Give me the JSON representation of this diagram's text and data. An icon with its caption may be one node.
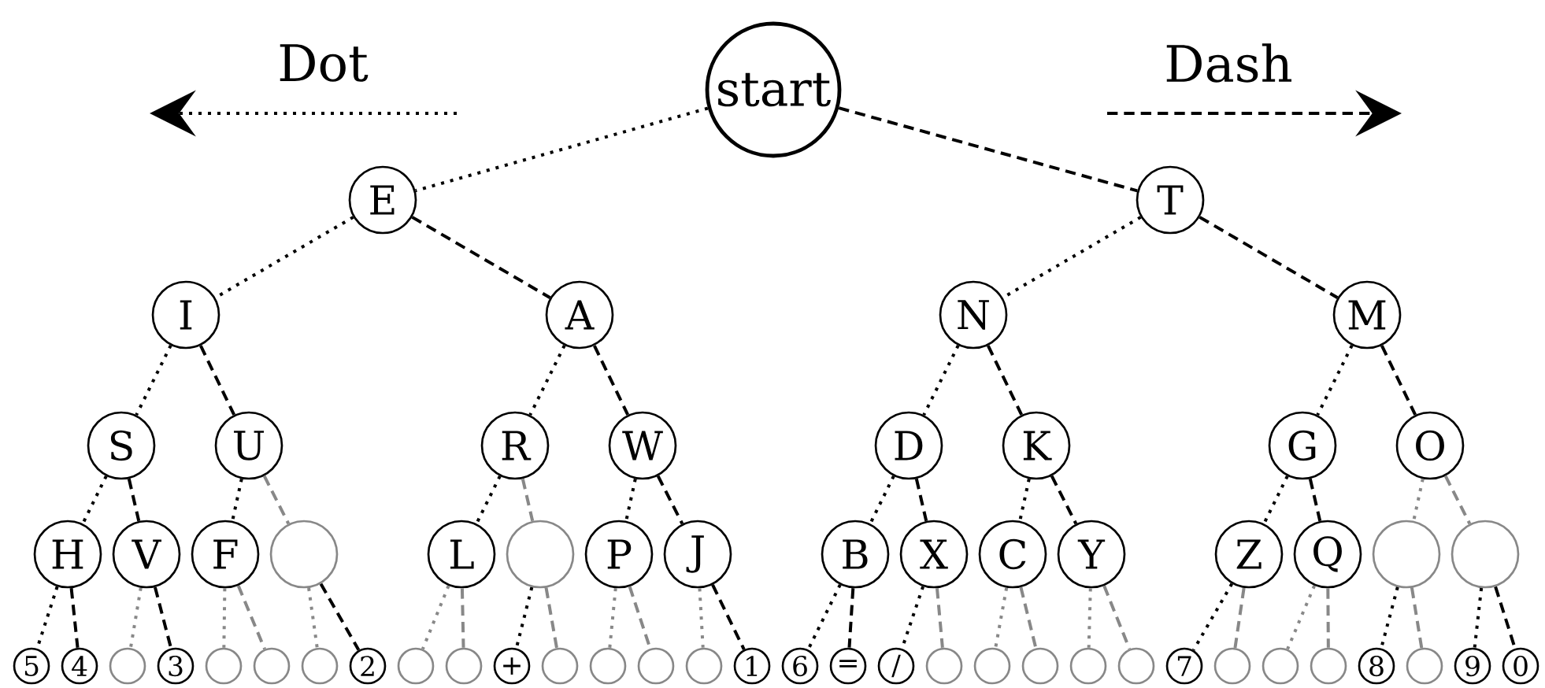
{
  "diagram": {
    "nodes": [
      {
        "text": [
          "start"
        ]
      },
      {
        "text": [
          "E"
        ]
      },
      {
        "text": [
          "T"
        ]
      },
      {
        "text": [
          "I"
        ]
      },
      {
        "text": [
          "A"
        ]
      },
      {
        "text": [
          "N"
        ]
      },
      {
        "text": [
          "M"
        ]
      },
      {
        "text": [
          "S"
        ]
      },
      {
        "text": [
          "U"
        ]
      },
      {
        "text": [
          "R"
        ]
      },
      {
        "text": [
          "W"
        ]
      },
      {
        "text": [
          "D"
        ]
      },
      {
        "text": [
          "K"
        ]
      },
      {
        "text": [
          "G"
        ]
      },
      {
        "text": [
          "O"
        ]
      },
      {
        "text": [
          "H"
        ]
      },
      {
        "text": [
          "V"
        ]
      },
      {
        "text": [
          "F"
        ]
      },
      {
        "text": [],
        "shape": "circle"
      },
      {
        "text": [
          "L"
        ]
      },
      {
        "text": [],
        "shape": "circle"
      },
      {
        "text": [
          "P"
        ]
      },
      {
        "text": [
          "J"
        ]
      },
      {
        "text": [
          "B"
        ]
      },
      {
        "text": [
          "X"
        ]
      },
      {
        "text": [
          "C"
        ]
      },
      {
        "text": [
          "Y"
        ]
      },
      {
        "text": [
          "Z"
        ]
      },
      {
        "text": [
          "Q"
        ]
      },
      {
        "text": [],
        "shape": "circle"
      },
      {
        "text": [],
        "shape": "circle"
      },
      {
        "text": [
          "5"
        ]
      },
      {
        "text": [
          "4"
        ]
      },
      {
        "text": [],
        "shape": "circle"
      },
      {
        "text": [
          "3"
        ]
      },
      {
        "text": [],
        "shape": "circle"
      },
      {
        "text": [],
        "shape": "circle"
      },
      {
        "text": [],
        "shape": "circle"
      },
      {
        "text": [
          "2"
        ]
      },
      {
        "text": [],
        "shape": "circle"
      },
      {
        "text": [],
        "shape": "circle"
      },
      {
        "text": [
          "+"
        ]
      },
      {
        "text": [],
        "shape": "circle"
      },
      {
        "text": [],
        "shape": "circle"
      },
      {
        "text": [],
        "shape": "circle"
      },
      {
        "text": [],
        "shape": "circle"
      },
      {
        "text": [
          "1"
        ]
      },
      {
        "text": [
          "6"
        ]
      },
      {
        "text": [
          "="
        ]
      },
      {
        "text": [
          "/"
        ]
      },
      {
        "text": [],
        "shape": "circle"
      },
      {
        "text": [],
        "shape": "circle"
      },
      {
        "text": [],
        "shape": "circle"
      },
      {
        "text": [],
        "shape": "circle"
      },
      {
        "text": [],
        "shape": "circle"
      },
      {
        "text": [
          "7"
        ]
      },
      {
        "text": [],
        "shape": "circle"
      },
      {
        "text": [],
        "shape": "circle"
      },
      {
        "text": [],
        "shape": "circle"
      },
      {
        "text": [
          "8"
        ]
      },
      {
        "text": [],
        "shape": "circle"
      },
      {
        "text": [
          "9"
        ]
      },
      {
        "text": [
          "0"
        ]
      }
    ],
    "edges": [
      {
        "from": 0,
        "to": 1,
        "arrow": "none"
      },
      {
        "from": 0,
        "to": 2,
        "arrow": "none",
        "style": "dashed"
      },
      {
        "from": 1,
        "to": 3,
        "arrow": "none"
      },
      {
        "from": 1,
        "to": 4,
        "arrow": "none",
        "style": "dashed"
      },
      {
        "from": 2,
        "to": 5,
        "arrow": "none"
      },
      {
        "from": 2,
        "to": 6,
        "arrow": "none",
        "style": "dashed"
      },
      {
        "from": 3,
        "to": 7,
        "arrow": "none"
      },
      {
        "from": 3,
        "to": 8,
        "arrow": "none",
        "style": "dashed"
      },
      {
        "from": 4,
        "to": 9,
        "arrow": "none"
      },
      {
        "from": 4,
        "to": 10,
        "arrow": "none",
        "style": "dashed"
      },
      {
        "from": 5,
        "to": 11,
        "arrow": "none"
      },
      {
        "from": 5,
        "to": 12,
        "arrow": "none",
        "style": "dashed"
      },
      {
        "from": 6,
        "to": 13,
        "arrow": "none"
      },
      {
        "from": 6,
        "to": 14,
        "arrow": "none",
        "style": "dashed"
      },
      {
        "from": 7,
        "to": 15,
        "arrow": "none"
      },
      {
        "from": 7,
        "to": 16,
        "arrow": "none",
        "style": "dashed"
      },
      {
        "from": 8,
        "to": 17,
        "arrow": "none"
      },
      {
        "from": 8,
        "to": 18,
        "arrow": "none",
        "style": "dashed",
        "color": "#888888"
      },
      {
        "from": 9,
        "to": 19,
        "arrow": "none"
      },
      {
        "from": 9,
        "to": 20,
        "arrow": "none",
        "style": "dashed",
        "color": "#888888"
      },
      {
        "from": 10,
        "to": 21,
        "arrow": "none"
      },
      {
        "from": 10,
        "to": 22,
        "arrow": "none",
        "style": "dashed"
      },
      {
        "from": 11,
        "to": 23,
        "arrow": "none"
      },
      {
        "from": 11,
        "to": 24,
        "arrow": "none",
        "style": "dashed"
      },
      {
        "from": 12,
        "to": 25,
        "arrow": "none"
      },
      {
        "from": 12,
        "to": 26,
        "arrow": "none",
        "style": "dashed"
      },
      {
        "from": 13,
        "to": 27,
        "arrow": "none"
      },
      {
        "from": 13,
        "to": 28,
        "arrow": "none",
        "style": "dashed"
      },
      {
        "from": 14,
        "to": 29,
        "arrow": "none",
        "color": "#888888"
      },
      {
        "from": 14,
        "to": 30,
        "arrow": "none",
        "style": "dashed",
        "color": "#888888"
      },
      {
        "from": 15,
        "to": 31,
        "arrow": "none"
      },
      {
        "from": 15,
        "to": 32,
        "arrow": "none",
        "style": "dashed"
      },
      {
        "from": 16,
        "to": 33,
        "arrow": "none",
        "color": "#888888"
      },
      {
        "from": 16,
        "to": 34,
        "arrow": "none",
        "style": "dashed"
      },
      {
        "from": 17,
        "to": 35,
        "arrow": "none",
        "color": "#888888"
      },
      {
        "from": 17,
        "to": 36,
        "arrow": "none",
        "style": "dashed",
        "color": "#888888"
      },
      {
        "from": 18,
        "to": 37,
        "arrow": "none",
        "color": "#888888"
      },
      {
        "from": 18,
        "to": 38,
        "arrow": "none",
        "style": "dashed"
      },
      {
        "from": 19,
        "to": 39,
        "arrow": "none",
        "color": "#888888"
      },
      {
        "from": 19,
        "to": 40,
        "arrow": "none",
        "style": "dashed",
        "color": "#888888"
      },
      {
        "from": 20,
        "to": 41,
        "arrow": "none"
      },
      {
        "from": 20,
        "to": 42,
        "arrow": "none",
        "style": "dashed",
        "color": "#888888"
      },
      {
        "from": 21,
        "to": 43,
        "arrow": "none",
        "color": "#888888"
      },
      {
        "from": 21,
        "to": 44,
        "arrow": "none",
        "style": "dashed",
        "color": "#888888"
      },
      {
        "from": 22,
        "to": 45,
        "arrow": "none",
        "color": "#888888"
      },
      {
        "from": 22,
        "to": 46,
        "arrow": "none",
        "style": "dashed"
      },
      {
        "from": 23,
        "to": 47,
        "arrow": "none"
      },
      {
        "from": 23,
        "to": 48,
        "arrow": "none",
        "style": "dashed"
      },
      {
        "from": 24,
        "to": 49,
        "arrow": "none"
      },
      {
        "from": 24,
        "to": 50,
        "arrow": "none",
        "style": "dashed",
        "color": "#888888"
      },
      {
        "from": 25,
        "to": 51,
        "arrow": "none",
        "color": "#888888"
      },
      {
        "from": 25,
        "to": 52,
        "arrow": "none",
        "style": "dashed",
        "color": "#888888"
      },
      {
        "from": 26,
        "to": 53,
        "arrow": "none",
        "color": "#888888"
      },
      {
        "from": 26,
        "to": 54,
        "arrow": "none",
        "style": "dashed",
        "color": "#888888"
      },
      {
        "from": 27,
        "to": 55,
        "arrow": "none"
      },
      {
        "from": 27,
        "to": 56,
        "arrow": "none",
        "style": "dashed",
        "color": "#888888"
      },
      {
        "from": 28,
        "to": 57,
        "arrow": "none",
        "color": "#888888"
      },
      {
        "from": 28,
        "to": 58,
        "arrow": "none",
        "style": "dashed",
        "color": "#888888"
      },
      {
        "from": 29,
        "to": 59,
        "arrow": "none"
      },
      {
        "from": 29,
        "to": 60,
        "arrow": "none",
        "style": "dashed",
        "color": "#888888"
      },
      {
        "from": 30,
        "to": 61,
        "arrow": "none"
      },
      {
        "from": 30,
        "to": 62,
        "arrow": "none",
        "style": "dashed"
      }
    ],
    "legend": [
      {
        "text": "Dot"
      },
      {
        "text": "Dash"
      }
    ]
  }
}
